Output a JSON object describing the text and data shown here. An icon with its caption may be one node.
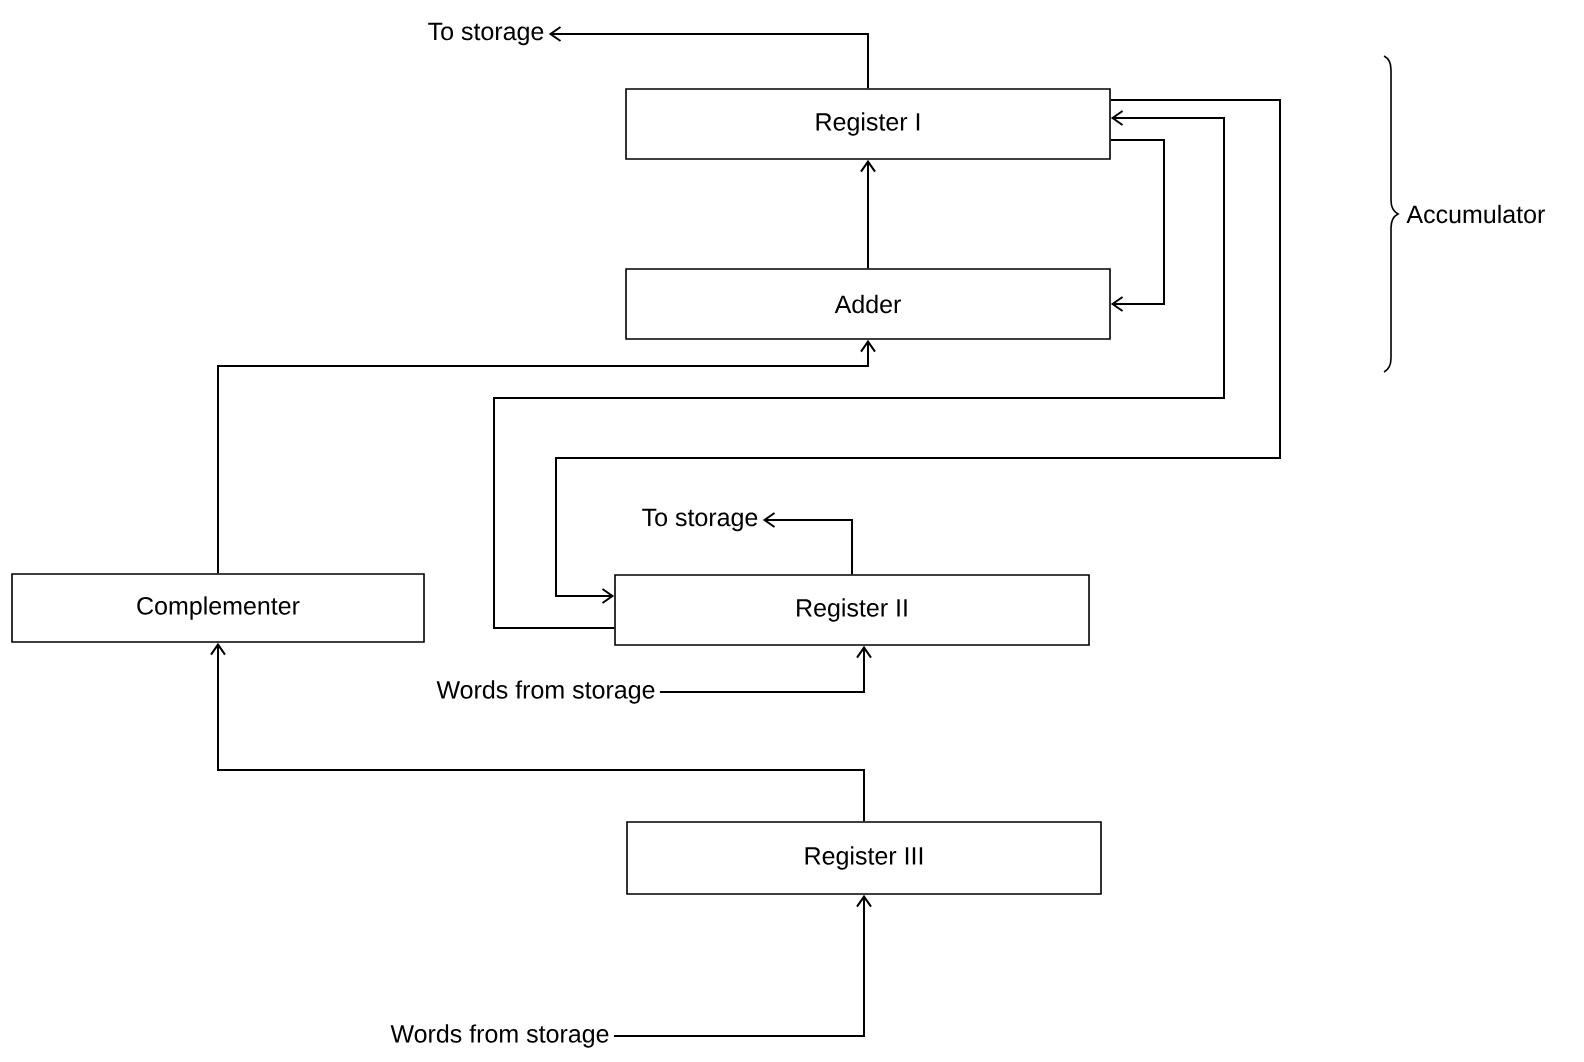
{
  "diagram": {
    "nodes": [
      {
        "text": [
          "To storage"
        ]
      },
      {
        "text": [
          "Register I"
        ]
      },
      {
        "text": [
          "Adder"
        ]
      },
      {
        "text": [
          "To storage"
        ]
      },
      {
        "text": [
          "Complementer"
        ]
      },
      {
        "text": [
          "Register II"
        ]
      },
      {
        "text": [
          "Words from storage"
        ]
      },
      {
        "text": [
          "Register III"
        ]
      },
      {
        "text": [
          "Words from storage"
        ]
      }
    ],
    "edges": [
      {
        "from": 1,
        "to": 0,
        "arrow": "to"
      },
      {
        "from": 2,
        "to": 1,
        "arrow": "to"
      },
      {
        "from": 1,
        "to": 2,
        "arrow": "to"
      },
      {
        "from": 1,
        "to": 5,
        "arrow": "to"
      },
      {
        "from": 5,
        "to": 1,
        "arrow": "to"
      },
      {
        "from": 4,
        "to": 2,
        "arrow": "to"
      },
      {
        "from": 5,
        "to": 3,
        "arrow": "to"
      },
      {
        "from": 6,
        "to": 5,
        "arrow": "to"
      },
      {
        "from": 7,
        "to": 4,
        "arrow": "to"
      },
      {
        "from": 8,
        "to": 7,
        "arrow": "to"
      }
    ],
    "labels": [
      "Accumulator"
    ]
  }
}
